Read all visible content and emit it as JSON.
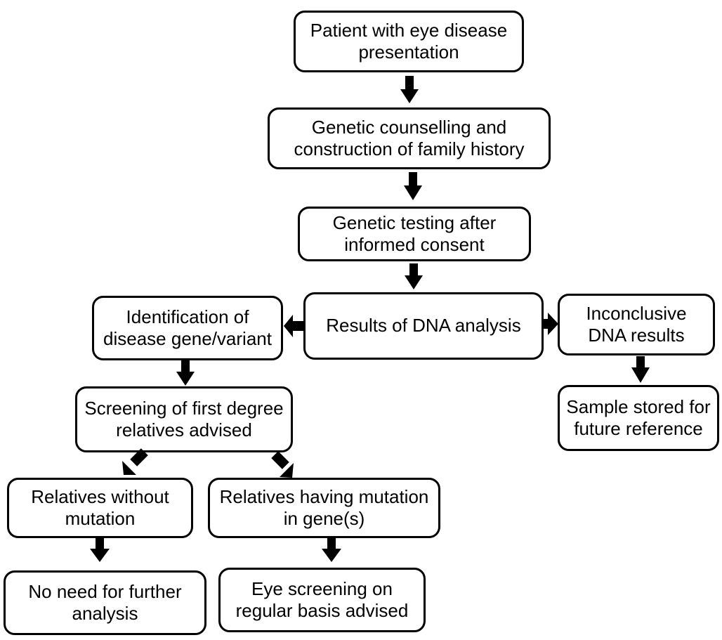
{
  "colors": {
    "stroke": "#000000",
    "arrow": "#000000",
    "background": "#ffffff"
  },
  "nodes": {
    "patient": "Patient with eye disease\npresentation",
    "counselling": "Genetic counselling and\nconstruction of family history",
    "testing": "Genetic testing after\ninformed consent",
    "results": "Results of DNA analysis",
    "identification": "Identification of\ndisease gene/variant",
    "inconclusive": "Inconclusive\nDNA results",
    "sample": "Sample stored for\nfuture reference",
    "screening": "Screening of first degree\nrelatives advised",
    "without": "Relatives without\nmutation",
    "having": "Relatives having mutation\nin gene(s)",
    "no_need": "No need for further\nanalysis",
    "eye_screening": "Eye screening on\nregular basis advised"
  },
  "edges": [
    [
      "patient",
      "counselling"
    ],
    [
      "counselling",
      "testing"
    ],
    [
      "testing",
      "results"
    ],
    [
      "results",
      "identification"
    ],
    [
      "results",
      "inconclusive"
    ],
    [
      "inconclusive",
      "sample"
    ],
    [
      "identification",
      "screening"
    ],
    [
      "screening",
      "without"
    ],
    [
      "screening",
      "having"
    ],
    [
      "without",
      "no_need"
    ],
    [
      "having",
      "eye_screening"
    ]
  ]
}
